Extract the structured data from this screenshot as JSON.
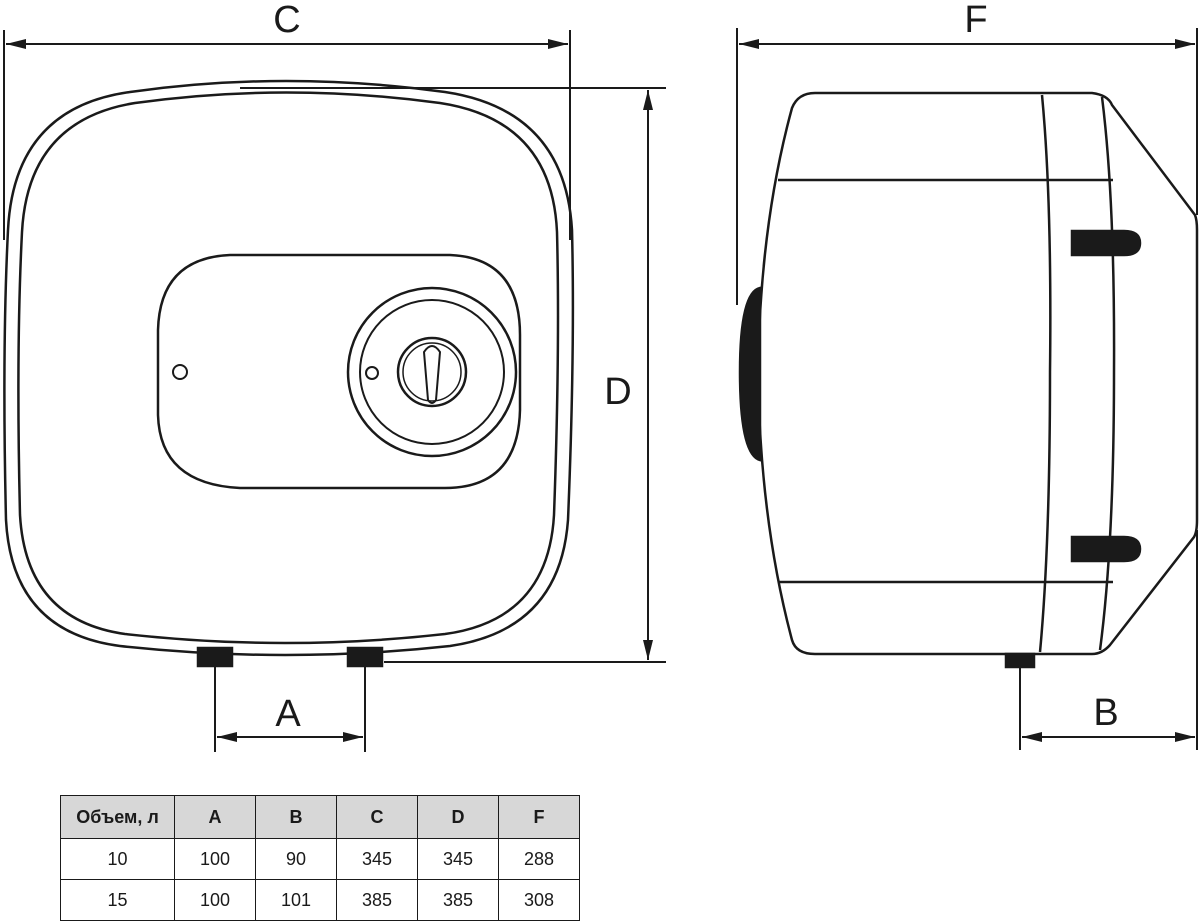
{
  "dimensions": {
    "front_width": "C",
    "front_height": "D",
    "pipe_spacing": "A",
    "side_depth": "F",
    "side_pipe_offset": "B"
  },
  "table": {
    "headers": [
      "Объем, л",
      "A",
      "B",
      "C",
      "D",
      "F"
    ],
    "rows": [
      [
        "10",
        "100",
        "90",
        "345",
        "345",
        "288"
      ],
      [
        "15",
        "100",
        "101",
        "385",
        "385",
        "308"
      ]
    ]
  },
  "colors": {
    "line": "#1a1a1a",
    "fill_dark": "#1a1a1a",
    "header_bg": "#d7d7d7"
  }
}
